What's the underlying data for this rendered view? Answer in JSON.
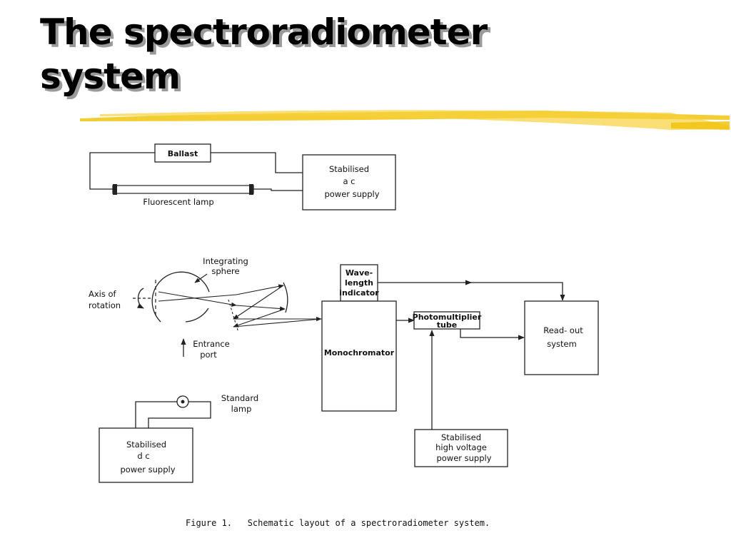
{
  "slide": {
    "title_line1": "The spectroradiometer",
    "title_line2": "system",
    "accent_color": "#f2c40f"
  },
  "diagram": {
    "ballast": "Ballast",
    "fluorescent_lamp": "Fluorescent  lamp",
    "ac_supply": [
      "Stabilised",
      "a c",
      "power  supply"
    ],
    "integrating_sphere": [
      "Integrating",
      "sphere"
    ],
    "axis_of_rotation": [
      "Axis  of",
      "rotation"
    ],
    "entrance_port": [
      "Entrance",
      "port"
    ],
    "wavelength_indicator": [
      "Wave-",
      "length",
      "indicator"
    ],
    "monochromator": "Monochromator",
    "photomultiplier": [
      "Photomultiplier",
      "tube"
    ],
    "readout": [
      "Read- out",
      "system"
    ],
    "standard_lamp": [
      "Standard",
      "lamp"
    ],
    "dc_supply": [
      "Stabilised",
      "d c",
      "power  supply"
    ],
    "hv_supply": [
      "Stabilised",
      "high voltage",
      "power  supply"
    ],
    "caption": "Figure 1.   Schematic layout of a spectroradiometer system."
  }
}
